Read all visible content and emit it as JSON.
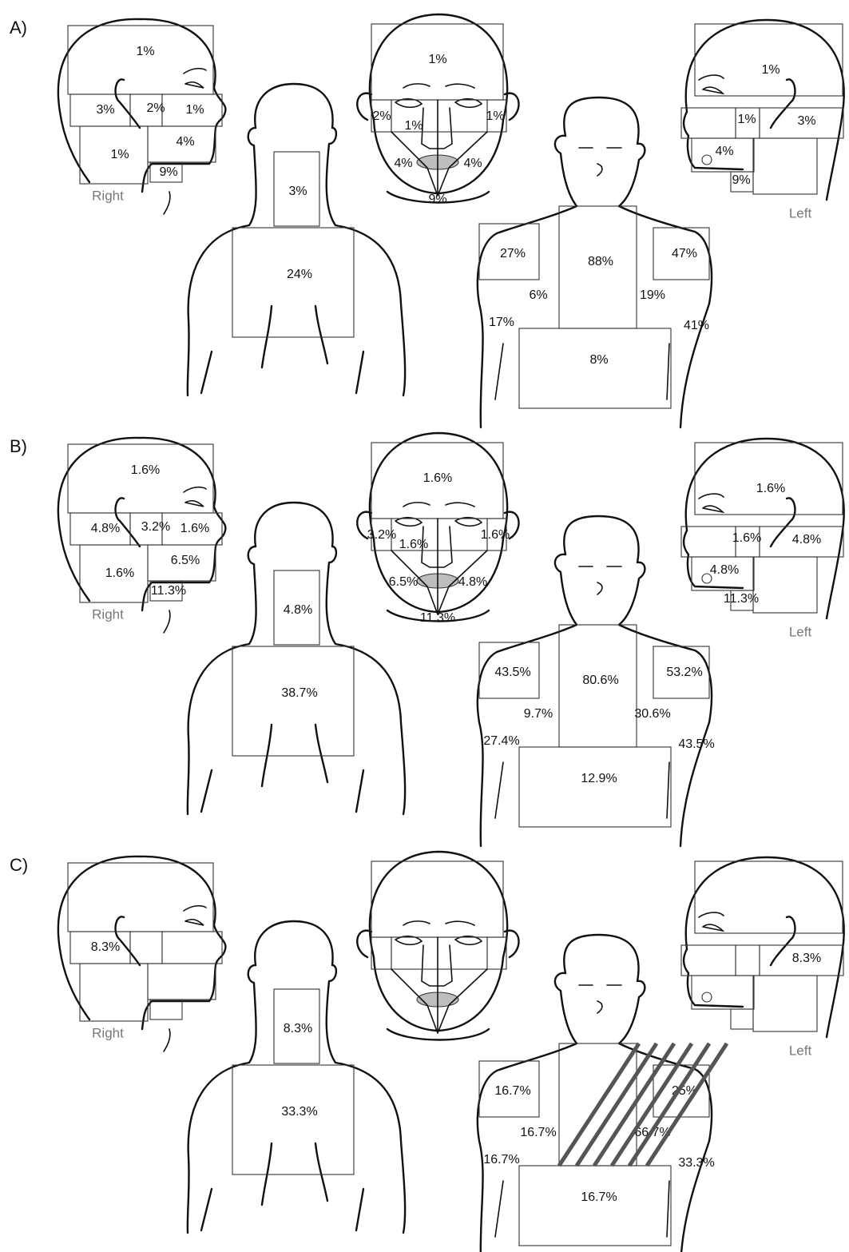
{
  "panels": [
    {
      "label": "A)",
      "right": {
        "side": "Right",
        "forehead": "1%",
        "ear": "3%",
        "temple": "2%",
        "eye": "1%",
        "neck": "1%",
        "cheek": "4%",
        "chin": "9%"
      },
      "front": {
        "forehead": "1%",
        "eye_r": "2%",
        "nose": "1%",
        "eye_l": "1%",
        "cheek_r": "4%",
        "cheek_l": "4%",
        "chin": "9%"
      },
      "left": {
        "side": "Left",
        "forehead": "1%",
        "temple": "1%",
        "ear": "3%",
        "cheek": "4%",
        "chin": "9%"
      },
      "back": {
        "neck": "3%",
        "back": "24%"
      },
      "torso": {
        "chest": "88%",
        "shoulder_r": "27%",
        "shoulder_l": "47%",
        "axilla_r": "6%",
        "axilla_l": "19%",
        "arm_r": "17%",
        "arm_l": "41%",
        "abdomen": "8%"
      }
    },
    {
      "label": "B)",
      "right": {
        "side": "Right",
        "forehead": "1.6%",
        "ear": "4.8%",
        "temple": "3.2%",
        "eye": "1.6%",
        "neck": "1.6%",
        "cheek": "6.5%",
        "chin": "11.3%"
      },
      "front": {
        "forehead": "1.6%",
        "eye_r": "3.2%",
        "nose": "1.6%",
        "eye_l": "1.6%",
        "cheek_r": "6.5%",
        "cheek_l": "4.8%",
        "chin": "11.3%"
      },
      "left": {
        "side": "Left",
        "forehead": "1.6%",
        "temple": "1.6%",
        "ear": "4.8%",
        "cheek": "4.8%",
        "chin": "11.3%"
      },
      "back": {
        "neck": "4.8%",
        "back": "38.7%"
      },
      "torso": {
        "chest": "80.6%",
        "shoulder_r": "43.5%",
        "shoulder_l": "53.2%",
        "axilla_r": "9.7%",
        "axilla_l": "30.6%",
        "arm_r": "27.4%",
        "arm_l": "43.5%",
        "abdomen": "12.9%"
      }
    },
    {
      "label": "C)",
      "right": {
        "side": "Right",
        "forehead": "",
        "ear": "8.3%",
        "temple": "",
        "eye": "",
        "neck": "",
        "cheek": "",
        "chin": ""
      },
      "front": {
        "forehead": "",
        "eye_r": "",
        "nose": "",
        "eye_l": "",
        "cheek_r": "",
        "cheek_l": "",
        "chin": ""
      },
      "left": {
        "side": "Left",
        "forehead": "",
        "temple": "",
        "ear": "8.3%",
        "cheek": "",
        "chin": ""
      },
      "back": {
        "neck": "8.3%",
        "back": "33.3%"
      },
      "torso": {
        "chest": "",
        "shoulder_r": "16.7%",
        "shoulder_l": "25%",
        "axilla_r": "16.7%",
        "axilla_l": "66.7%",
        "arm_r": "16.7%",
        "arm_l": "33.3%",
        "abdomen": "16.7%"
      }
    }
  ]
}
